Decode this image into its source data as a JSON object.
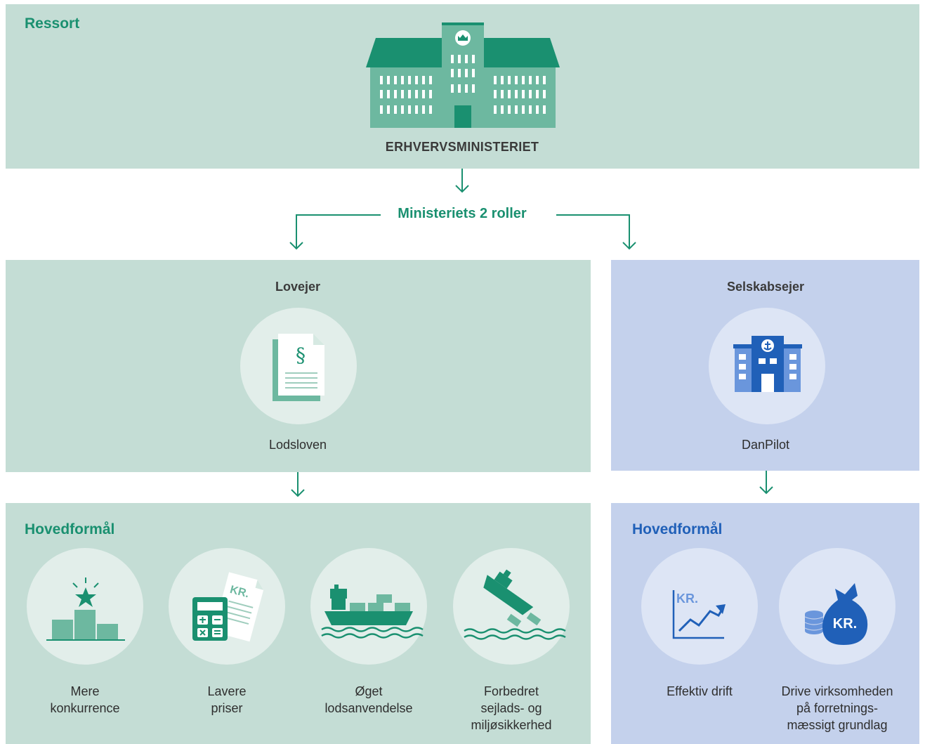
{
  "colors": {
    "green_panel": "#c4ddd5",
    "blue_panel": "#c4d1ec",
    "accent_green": "#1a9070",
    "accent_blue": "#2060b8",
    "icon_green": "#6db8a0"
  },
  "ressort": {
    "label": "Ressort",
    "ministry": "ERHVERVSMINISTERIET",
    "icon": "ministry-building-icon"
  },
  "roles_label": "Ministeriets 2 roller",
  "lovejer": {
    "title": "Lovejer",
    "caption": "Lodsloven",
    "icon": "law-document-icon"
  },
  "selskabsejer": {
    "title": "Selskabsejer",
    "caption": "DanPilot",
    "icon": "company-building-icon"
  },
  "hovedformaal_left": {
    "title": "Hovedformål",
    "items": [
      {
        "icon": "podium-star-icon",
        "lines": [
          "Mere",
          "konkurrence"
        ]
      },
      {
        "icon": "calculator-invoice-icon",
        "lines": [
          "Lavere",
          "priser"
        ]
      },
      {
        "icon": "cargo-ship-icon",
        "lines": [
          "Øget",
          "lodsanvendelse"
        ]
      },
      {
        "icon": "sinking-ship-icon",
        "lines": [
          "Forbedret",
          "sejlads- og",
          "miljøsikkerhed"
        ]
      }
    ]
  },
  "hovedformaal_right": {
    "title": "Hovedformål",
    "items": [
      {
        "icon": "growth-chart-icon",
        "lines": [
          "Effektiv drift"
        ],
        "chart_label": "KR."
      },
      {
        "icon": "money-bag-icon",
        "lines": [
          "Drive virksomheden",
          "på forretnings-",
          "mæssigt grundlag"
        ],
        "bag_label": "KR."
      }
    ]
  },
  "invoice_label": "KR."
}
